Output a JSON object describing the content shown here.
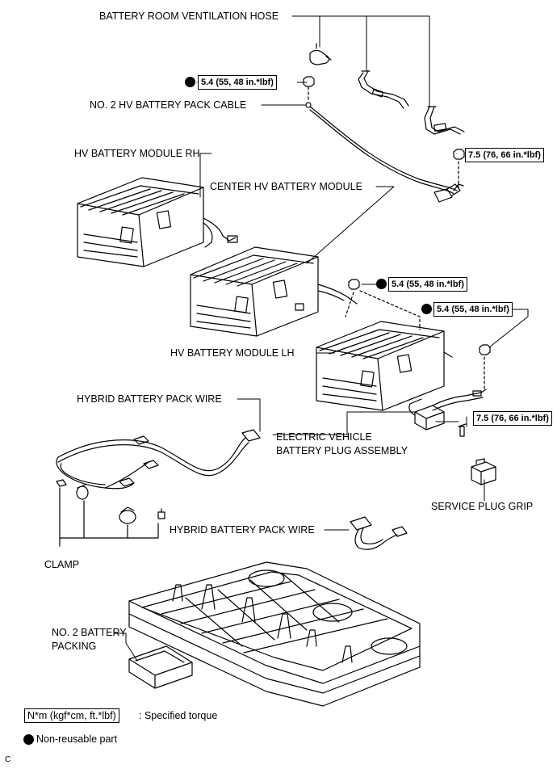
{
  "labels": {
    "ventilation_hose": "BATTERY ROOM VENTILATION HOSE",
    "no2_cable": "NO. 2 HV BATTERY PACK CABLE",
    "module_rh": "HV BATTERY MODULE RH",
    "center_module": "CENTER HV BATTERY MODULE",
    "module_lh": "HV BATTERY MODULE LH",
    "pack_wire_1": "HYBRID BATTERY PACK WIRE",
    "plug_line1": "ELECTRIC VEHICLE",
    "plug_line2": "BATTERY PLUG ASSEMBLY",
    "service_grip": "SERVICE PLUG GRIP",
    "pack_wire_2": "HYBRID BATTERY PACK WIRE",
    "clamp": "CLAMP",
    "packing_line1": "NO. 2 BATTERY",
    "packing_line2": "PACKING"
  },
  "torques": {
    "t1": "5.4 (55, 48 in.*lbf)",
    "t2": "7.5 (76, 66 in.*lbf)",
    "t3": "5.4 (55, 48 in.*lbf)",
    "t4": "5.4 (55, 48 in.*lbf)",
    "t5": "7.5 (76, 66 in.*lbf)"
  },
  "legend": {
    "unit_box": "N*m (kgf*cm, ft.*lbf)",
    "unit_text": ": Specified torque",
    "nonreusable": "Non-reusable part"
  },
  "figure_code": "C"
}
